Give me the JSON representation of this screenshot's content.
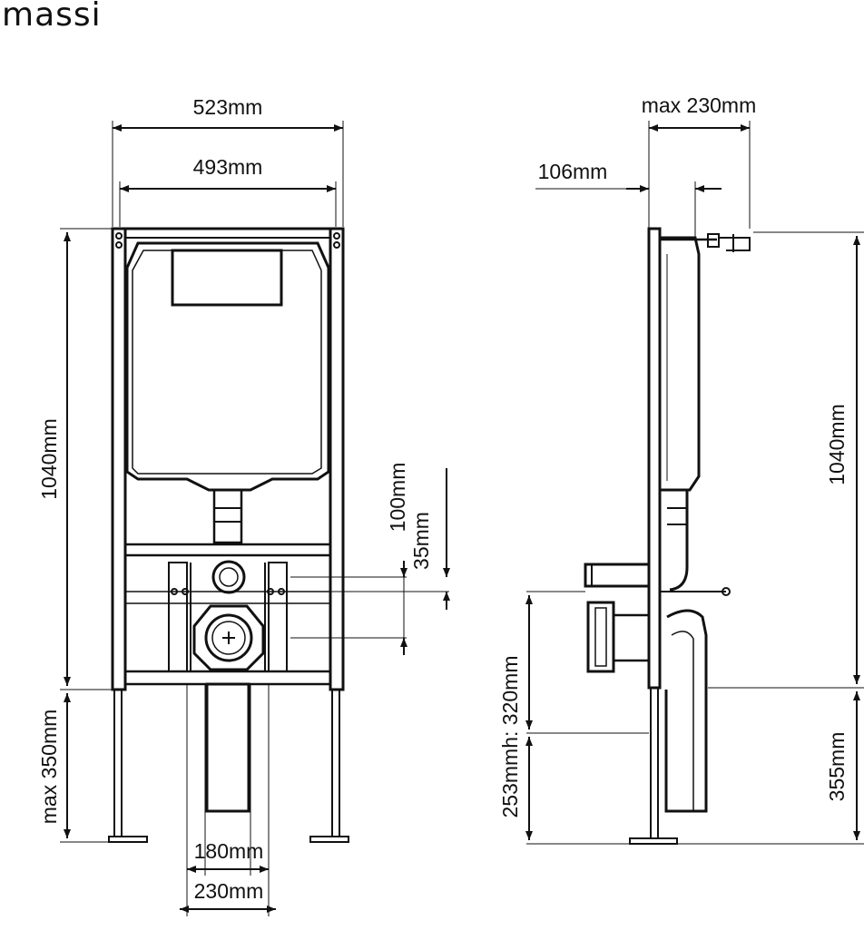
{
  "brand": "massi",
  "front_view": {
    "width_outer": "523mm",
    "width_inner": "493mm",
    "height": "1040mm",
    "legs_height": "max 350mm",
    "pipe_offset_1": "100mm",
    "pipe_offset_2": "35mm",
    "drain_inner": "180mm",
    "drain_outer": "230mm"
  },
  "side_view": {
    "depth_max": "max 230mm",
    "depth": "106mm",
    "height": "1040mm",
    "pipe_height": "253mmh: 320mm",
    "legs_height": "355mm"
  }
}
